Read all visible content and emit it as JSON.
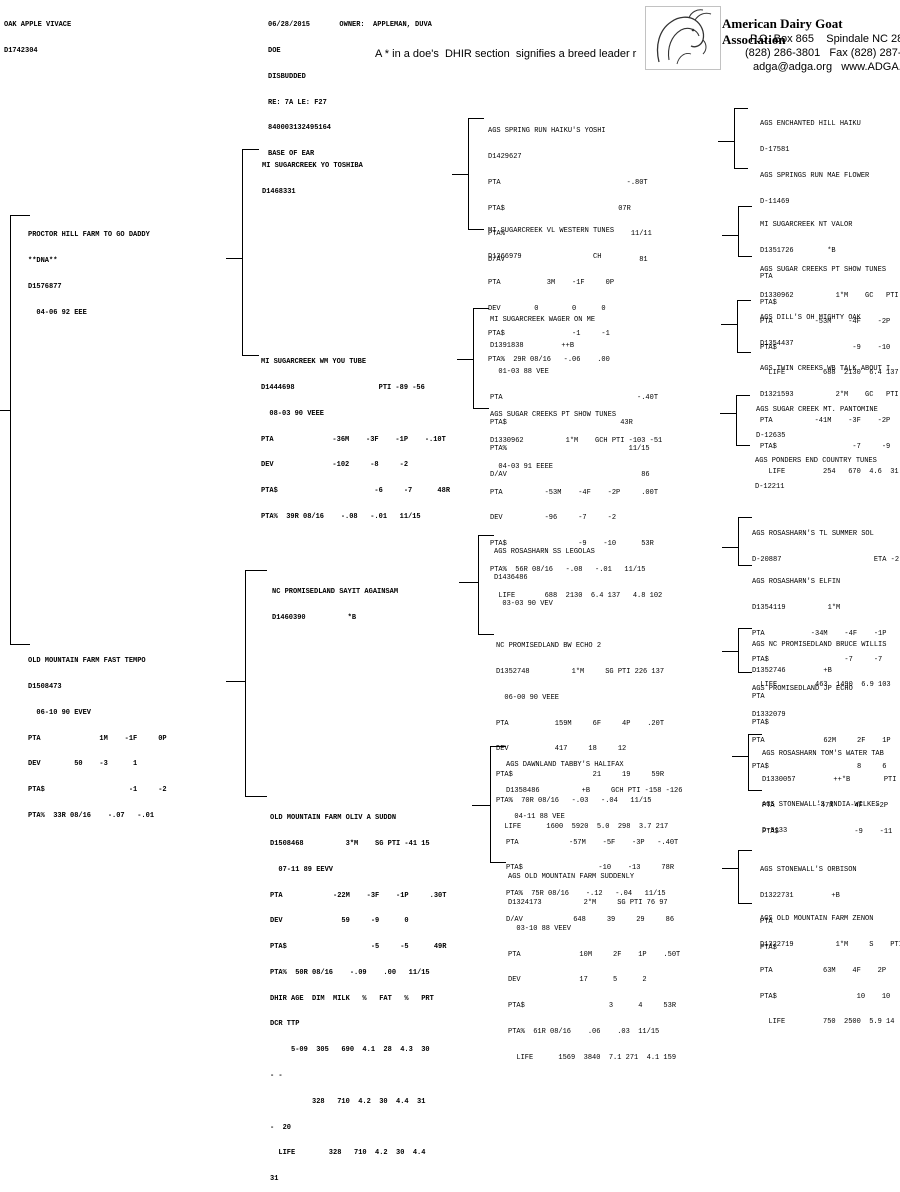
{
  "header": {
    "animal_name": "OAK APPLE VIVACE",
    "animal_reg": "D1742304",
    "date": "06/28/2015",
    "owner_label": "OWNER:",
    "owner_name": "APPLEMAN, DUVA",
    "sex": "DOE",
    "horn": "DISBUDDED",
    "tattoo": "RE: 7A LE: F27",
    "microchip": "840003132495164",
    "chip_location": "BASE OF EAR",
    "notice": "A * in a doe's  DHIR section  signifies a breed leader r"
  },
  "association": {
    "name": "American Dairy Goat Association",
    "address": "P.O. Box 865    Spindale NC 281",
    "phone": "(828) 286-3801   Fax (828) 287-0",
    "web": "adga@adga.org   www.ADGA.o"
  },
  "gen1": [
    {
      "lines": [
        "PROCTOR HILL FARM TO GO DADDY",
        "**DNA**",
        "D1576877",
        "  04-06 92 EEE"
      ]
    },
    {
      "lines": [
        "OLD MOUNTAIN FARM FAST TEMPO",
        "D1508473",
        "  06-10 90 EVEV",
        "PTA              1M    -1F     0P",
        "DEV        50    -3      1",
        "PTA$                    -1     -2",
        "PTA%  33R 08/16    -.07   -.01"
      ]
    }
  ],
  "gen2": [
    {
      "lines": [
        "MI SUGARCREEK YO TOSHIBA",
        "D1468331"
      ]
    },
    {
      "lines": [
        "MI SUGARCREEK WM YOU TUBE",
        "D1444698                    PTI -89 -56",
        "  08-03 90 VEEE",
        "PTA              -36M    -3F    -1P    -.10T",
        "DEV              -102     -8     -2",
        "PTA$                       -6     -7      48R",
        "PTA%  39R 08/16    -.08   -.01   11/15"
      ]
    },
    {
      "lines": [
        "NC PROMISEDLAND SAYIT AGAINSAM",
        "D1460390          *B"
      ]
    },
    {
      "lines": [
        "OLD MOUNTAIN FARM OLIV A SUDDN",
        "D1508468          3*M    SG PTI -41 15",
        "  07-11 89 EEVV",
        "PTA            -22M    -3F    -1P     .30T",
        "DEV              59     -9      0",
        "PTA$                    -5     -5      49R",
        "PTA%  50R 08/16    -.09    .00   11/15",
        "DHIR AGE  DIM  MILK   %   FAT   %   PRT",
        "DCR TTP",
        "     5-09  305   690  4.1  28  4.3  30",
        "- -",
        "          328   710  4.2  30  4.4  31",
        "-  20",
        "  LIFE        328   710  4.2  30  4.4",
        "31"
      ]
    }
  ],
  "gen3": [
    {
      "lines": [
        "AGS SPRING RUN HAIKU'S YOSHI",
        "D1429627",
        "PTA                              -.80T",
        "PTA$                           07R",
        "PTA%                              11/11",
        "D/AV                                81"
      ]
    },
    {
      "lines": [
        "MI SUGARCREEK VL WESTERN TUNES",
        "D1366979                 CH",
        "PTA           3M    -1F     0P",
        "DEV        0        0      0",
        "PTA$                -1     -1",
        "PTA%  29R 08/16   -.06    .00"
      ]
    },
    {
      "lines": [
        "MI SUGARCREEK WAGER ON ME",
        "D1391838         ++B",
        "  01-03 88 VEE",
        "PTA                                -.40T",
        "PTA$                           43R",
        "PTA%                             11/15",
        "D/AV                                86"
      ]
    },
    {
      "lines": [
        "AGS SUGAR CREEKS PT SHOW TUNES",
        "D1330962          1*M    GCH PTI -103 -51",
        "  04-03 91 EEEE",
        "PTA          -53M    -4F    -2P     .00T",
        "DEV          -96     -7     -2",
        "PTA$                 -9    -10      53R",
        "PTA%  56R 08/16   -.08   -.01   11/15",
        "  LIFE       688  2130  6.4 137   4.8 102"
      ]
    },
    {
      "lines": [
        "AGS ROSASHARN SS LEGOLAS",
        "D1436486",
        "  03-03 90 VEV"
      ]
    },
    {
      "lines": [
        "NC PROMISEDLAND BW ECHO 2",
        "D1352748          1*M     SG PTI 226 137",
        "  06-00 90 VEEE",
        "PTA           159M     6F     4P    .20T",
        "DEV           417     18     12",
        "PTA$                   21     19     59R",
        "PTA%  70R 08/16   -.03   -.04   11/15",
        "  LIFE      1600  5920  5.0  298  3.7 217"
      ]
    },
    {
      "lines": [
        "AGS DAWNLAND TABBY'S HALIFAX",
        "D1358486          +B     GCH PTI -158 -126",
        "  04-11 88 VEE",
        "PTA            -57M    -5F    -3P   -.40T",
        "PTA$                  -10    -13     78R",
        "PTA%  75R 08/16    -.12   -.04   11/15",
        "D/AV            648     39     29     86"
      ]
    },
    {
      "lines": [
        "AGS OLD MOUNTAIN FARM SUDDENLY",
        "D1324173          2*M     SG PTI 76 97",
        "  03-10 88 VEEV",
        "PTA              10M     2F    1P    .50T",
        "DEV              17      5      2",
        "PTA$                    3      4     53R",
        "PTA%  61R 08/16    .06    .03  11/15",
        "  LIFE      1569  3840  7.1 271  4.1 159"
      ]
    }
  ],
  "gen4": [
    {
      "lines": [
        "AGS ENCHANTED HILL HAIKU",
        "D-17581"
      ]
    },
    {
      "lines": [
        "AGS SPRINGS RUN MAE FLOWER",
        "D-11469"
      ]
    },
    {
      "lines": [
        "MI SUGARCREEK NT VALOR",
        "D1351726        *B",
        "PTA                                  -",
        "PTA$"
      ]
    },
    {
      "lines": [
        "AGS SUGAR CREEKS PT SHOW TUNES",
        "D1330962          1*M    GC   PTI -",
        "PTA          -53M    -4F    -2P",
        "PTA$                  -9    -10",
        "  LIFE         688  2130  6.4 137"
      ]
    },
    {
      "lines": [
        "AGS DILL'S OH MIGHTY OAK",
        "D1354437"
      ]
    },
    {
      "lines": [
        "AGS TWIN CREEKS WB TALK ABOUT I",
        "D1321593          2*M    GC   PTI -",
        "PTA          -41M    -3F    -2P",
        "PTA$                  -7     -9",
        "  LIFE         254   670  4.6  31"
      ]
    },
    {
      "lines": [
        "AGS SUGAR CREEK MT. PANTOMINE",
        "D-12635"
      ]
    },
    {
      "lines": [
        "AGS PONDERS END COUNTRY TUNES",
        "D-12211"
      ]
    },
    {
      "lines": [
        "AGS ROSASHARN'S TL SUMMER SOL",
        "D-20887                      ETA -2"
      ]
    },
    {
      "lines": [
        "AGS ROSASHARN'S ELFIN",
        "D1354119          1*M",
        "PTA           -34M    -4F    -1P",
        "PTA$                  -7     -7",
        "  LIFE         463  1490  6.9 103"
      ]
    },
    {
      "lines": [
        "AGS NC PROMISEDLAND BRUCE WILLIS",
        "D1352746         +B",
        "PTA                                   -",
        "PTA$"
      ]
    },
    {
      "lines": [
        "AGS PROMISEDLAND JP ECHO",
        "D1332079",
        "PTA              62M     2F    1P",
        "PTA$                     8     6"
      ]
    },
    {
      "lines": [
        "AGS ROSASHARN TOM'S WATER TAB",
        "D1330057         ++*B        PTI",
        "PTA          -47M    -4F   -2P",
        "PTA$                  -9    -11"
      ]
    },
    {
      "lines": [
        "AGS STONEWALL'S INDIA WILKES",
        "D-9133"
      ]
    },
    {
      "lines": [
        "AGS STONEWALL'S ORBISON",
        "D1322731         +B",
        "PTA",
        "PTA$"
      ]
    },
    {
      "lines": [
        "AGS OLD MOUNTAIN FARM ZENON",
        "D1322719          1*M     S    PTI",
        "PTA            63M    4F    2P",
        "PTA$                   10    10",
        "  LIFE         750  2500  5.9 14"
      ]
    }
  ]
}
